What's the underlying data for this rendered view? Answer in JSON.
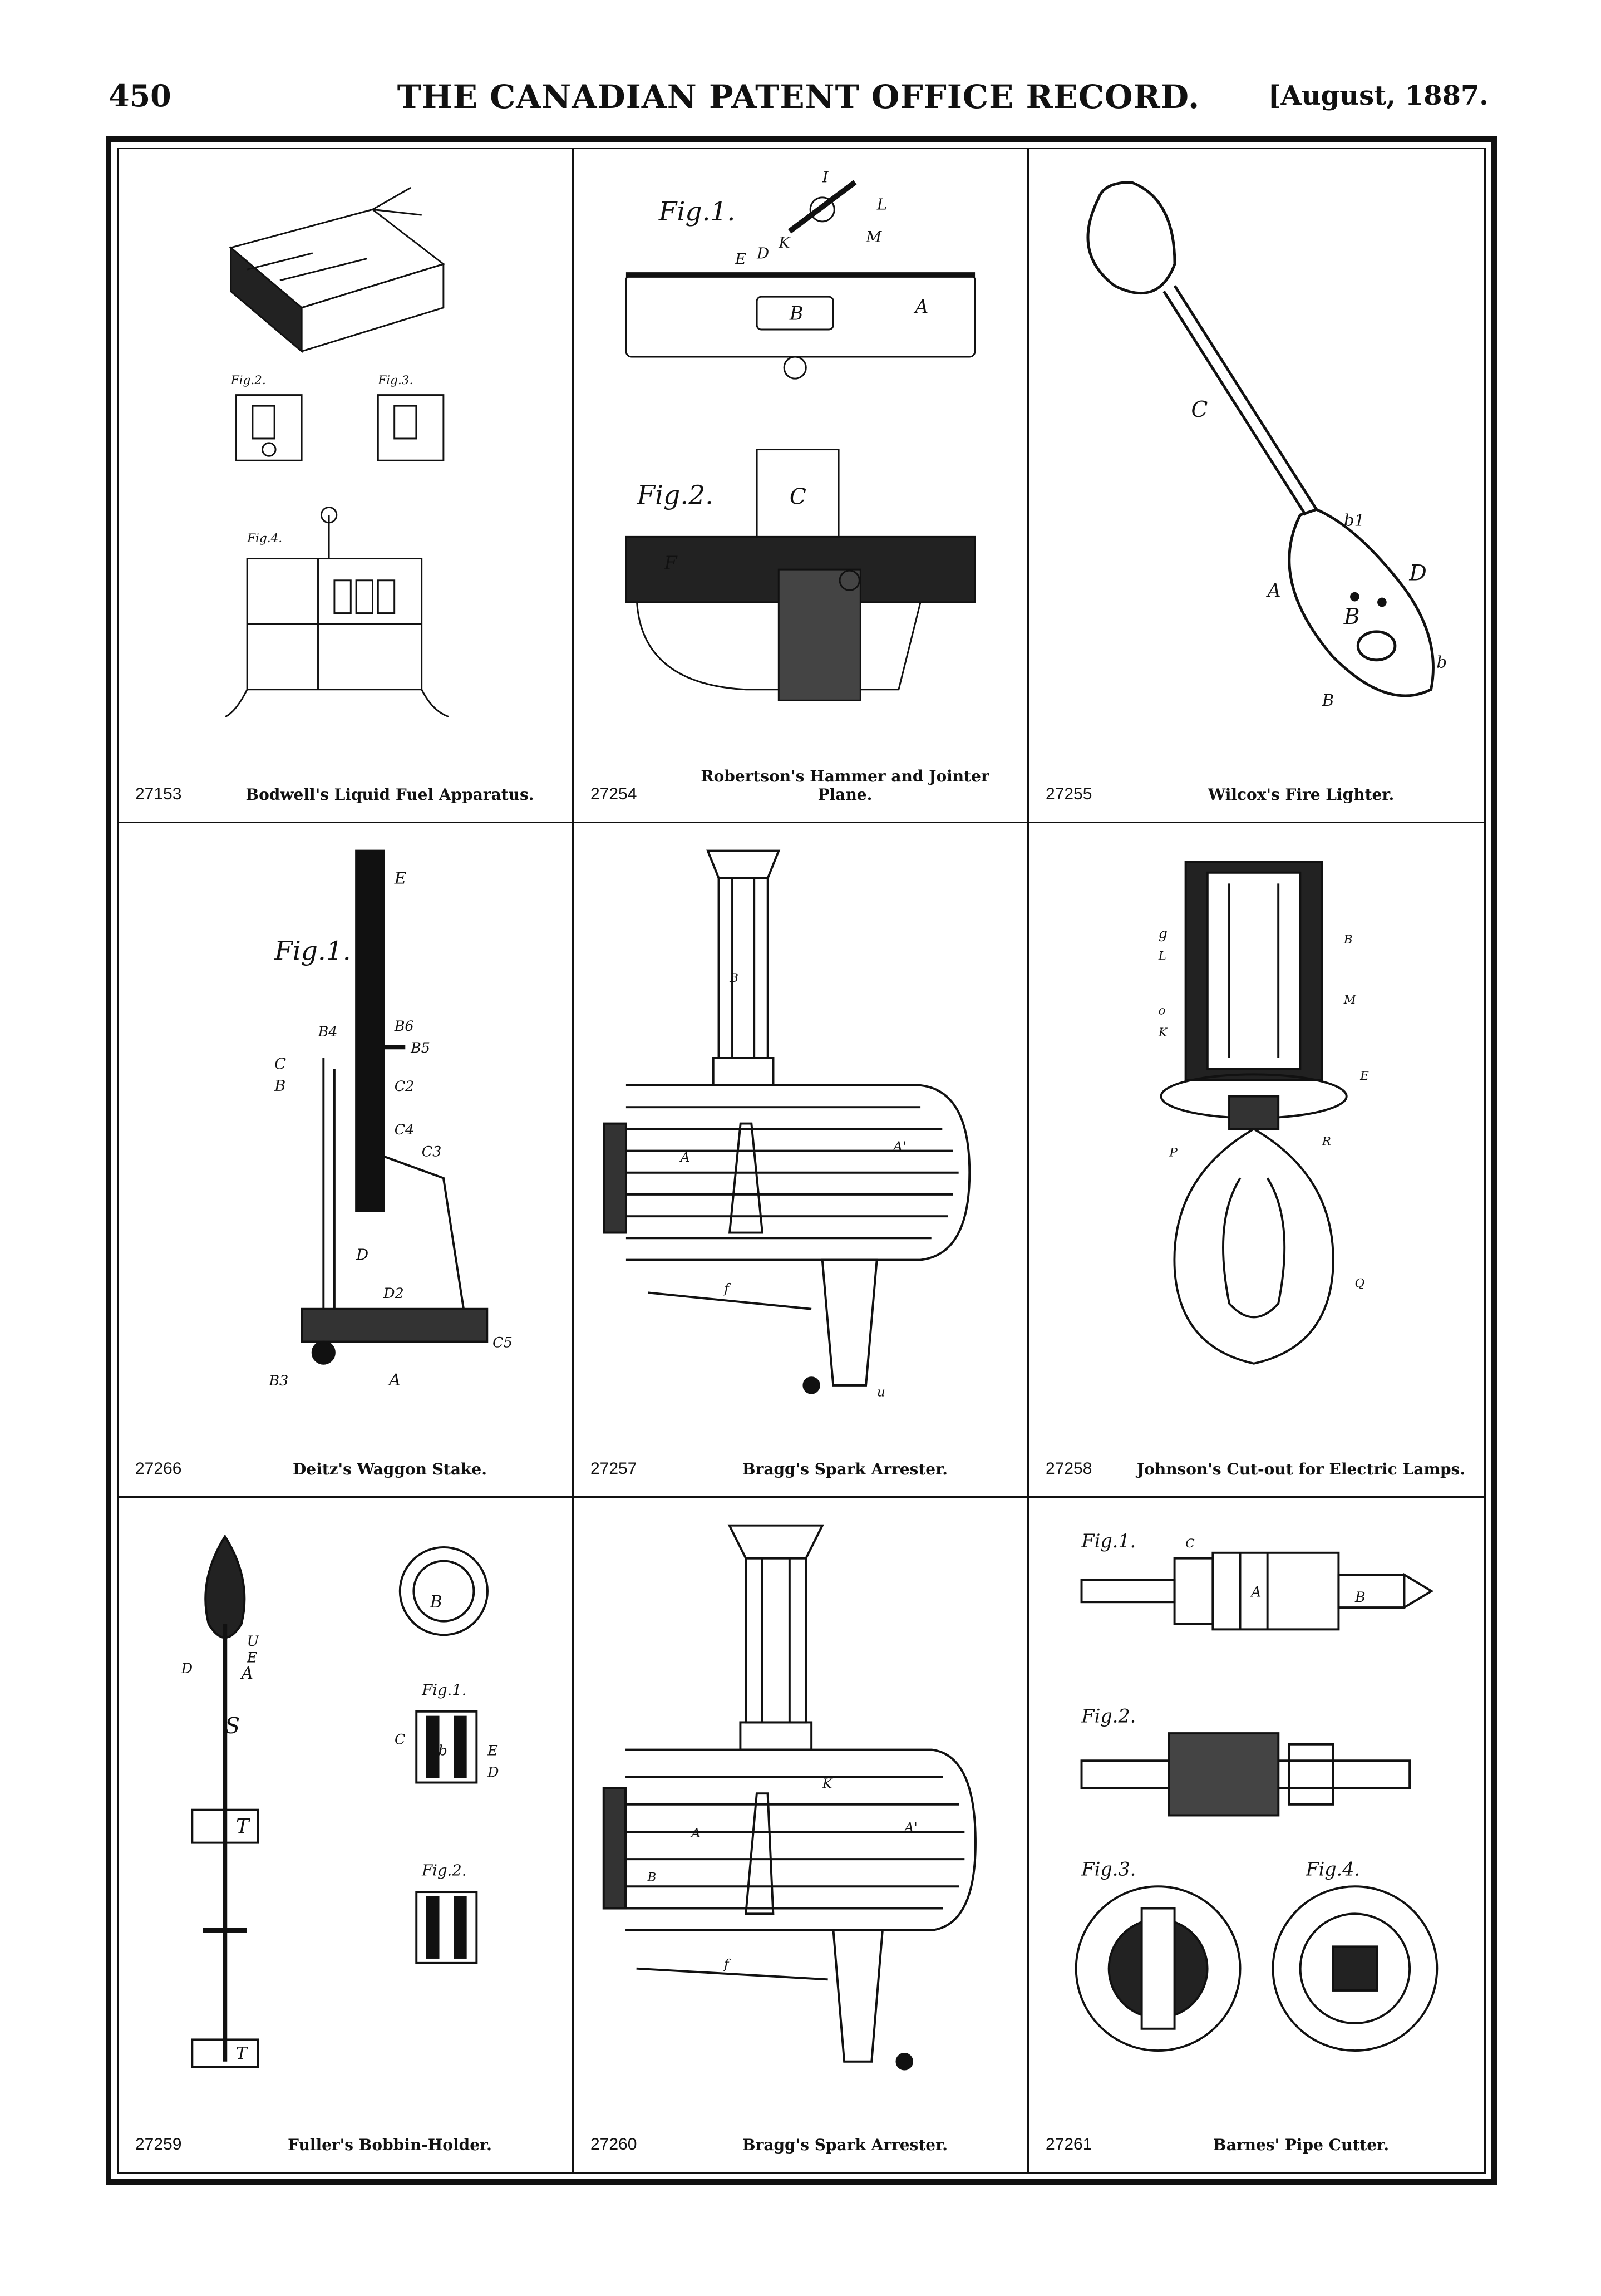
{
  "header": {
    "page_number": "450",
    "journal_title": "THE CANADIAN PATENT OFFICE RECORD.",
    "issue_date": "[August, 1887."
  },
  "patents": [
    {
      "number": "27153",
      "title": "Bodwell's Liquid Fuel Apparatus.",
      "fig_labels": [
        "Fig.2.",
        "Fig.3.",
        "Fig.4."
      ]
    },
    {
      "number": "27254",
      "title": "Robertson's Hammer and Jointer Plane.",
      "fig_labels": [
        "Fig.1.",
        "Fig.2."
      ],
      "letters": [
        "I",
        "L",
        "K",
        "M",
        "E",
        "D",
        "B",
        "A",
        "C",
        "F"
      ]
    },
    {
      "number": "27255",
      "title": "Wilcox's Fire Lighter.",
      "letters": [
        "C",
        "A",
        "B",
        "D",
        "b",
        "b1",
        "B"
      ]
    },
    {
      "number": "27266",
      "title": "Deitz's Waggon Stake.",
      "fig_labels": [
        "Fig.1."
      ],
      "letters": [
        "E",
        "B4",
        "B6",
        "B5",
        "C",
        "B",
        "C2",
        "C4",
        "C3",
        "D",
        "D2",
        "C5",
        "B3",
        "A"
      ]
    },
    {
      "number": "27257",
      "title": "Bragg's Spark Arrester.",
      "letters": [
        "A",
        "A'",
        "B",
        "f",
        "u"
      ]
    },
    {
      "number": "27258",
      "title": "Johnson's Cut-out for Electric Lamps.",
      "letters": [
        "g",
        "L",
        "o",
        "K",
        "B",
        "M",
        "E",
        "P",
        "R",
        "Q"
      ]
    },
    {
      "number": "27259",
      "title": "Fuller's Bobbin-Holder.",
      "fig_labels": [
        "Fig.1.",
        "Fig.2."
      ],
      "letters": [
        "U",
        "E",
        "A",
        "D",
        "S",
        "T",
        "T",
        "B",
        "b",
        "C",
        "E",
        "D"
      ]
    },
    {
      "number": "27260",
      "title": "Bragg's Spark Arrester.",
      "letters": [
        "A",
        "A'",
        "K",
        "B",
        "f"
      ]
    },
    {
      "number": "27261",
      "title": "Barnes' Pipe Cutter.",
      "fig_labels": [
        "Fig.1.",
        "Fig.2.",
        "Fig.3.",
        "Fig.4."
      ],
      "letters": [
        "A",
        "B",
        "C"
      ]
    }
  ]
}
